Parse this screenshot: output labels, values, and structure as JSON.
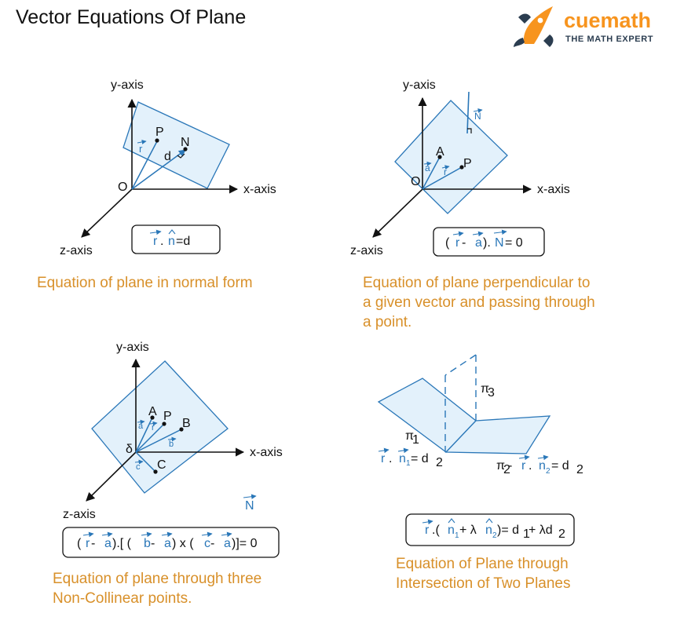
{
  "title": "Vector Equations Of Plane",
  "logo": {
    "name": "cuemath",
    "tagline": "THE MATH EXPERT"
  },
  "axes": {
    "x": "x-axis",
    "y": "y-axis",
    "z": "z-axis"
  },
  "panel1": {
    "origin": "O",
    "point_p": "P",
    "point_n": "N",
    "dist": "d",
    "vec_r": "r",
    "equation_parts": {
      "r": "r",
      "dot": ".",
      "n": "n",
      "rest": "=d"
    },
    "caption": [
      "Equation of plane in normal form"
    ]
  },
  "panel2": {
    "origin": "O",
    "point_a": "A",
    "point_p": "P",
    "vec_a": "a",
    "vec_r": "r",
    "vec_N": "N",
    "equation_parts": {
      "open": "(",
      "r": "r",
      "minus": " - ",
      "a": "a",
      "close": ").",
      "N": "N",
      "rest": " = 0"
    },
    "caption": [
      "Equation of plane perpendicular to",
      "a given vector and passing through",
      "a point."
    ]
  },
  "panel3": {
    "origin": "δ",
    "point_a": "A",
    "point_p": "P",
    "point_b": "B",
    "point_c": "C",
    "vec_a": "a",
    "vec_r": "r",
    "vec_b": "b",
    "vec_c": "c",
    "vec_N": "N",
    "equation_parts": {
      "p1": "(",
      "r": "r",
      "m1": " - ",
      "a1": "a",
      "p2": ").[ ( ",
      "b": "b",
      "m2": " - ",
      "a2": "a",
      "p3": " ) x ( ",
      "c": "c",
      "m3": " - ",
      "a3": "a",
      "p4": " )]= 0"
    },
    "caption": [
      "Equation of plane through three",
      "Non-Collinear points."
    ]
  },
  "panel4": {
    "pi1": "π",
    "pi1_sub": "1",
    "pi2": "π",
    "pi2_sub": "2",
    "pi3": "π",
    "pi3_sub": "3",
    "left_eq": {
      "r": "r",
      "dot": ". ",
      "n": "n",
      "n_sub": "1",
      "eq": " = d",
      "d_sub": "2"
    },
    "right_eq": {
      "pi": "π",
      "pi_sub": "2",
      "dash": " - ",
      "r": "r",
      "dot": ". ",
      "n": "n",
      "n_sub": "2",
      "eq": "= d",
      "d_sub": "2"
    },
    "equation_parts": {
      "r": "r",
      "p1": ".( ",
      "n1": "n",
      "n1_sub": "1",
      "plus": " + λ",
      "n2": "n",
      "n2_sub": "2",
      "p2": ")= d",
      "d1_sub": "1",
      "p3": "+ λd",
      "d2_sub": "2"
    },
    "caption": [
      "Equation of Plane through",
      "Intersection of Two Planes"
    ]
  },
  "colors": {
    "accent": "#2a77b8",
    "caption": "#d8902a",
    "plane_fill": "#e3f1fb",
    "logo_orange": "#f7941e",
    "logo_navy": "#2b3d50"
  }
}
